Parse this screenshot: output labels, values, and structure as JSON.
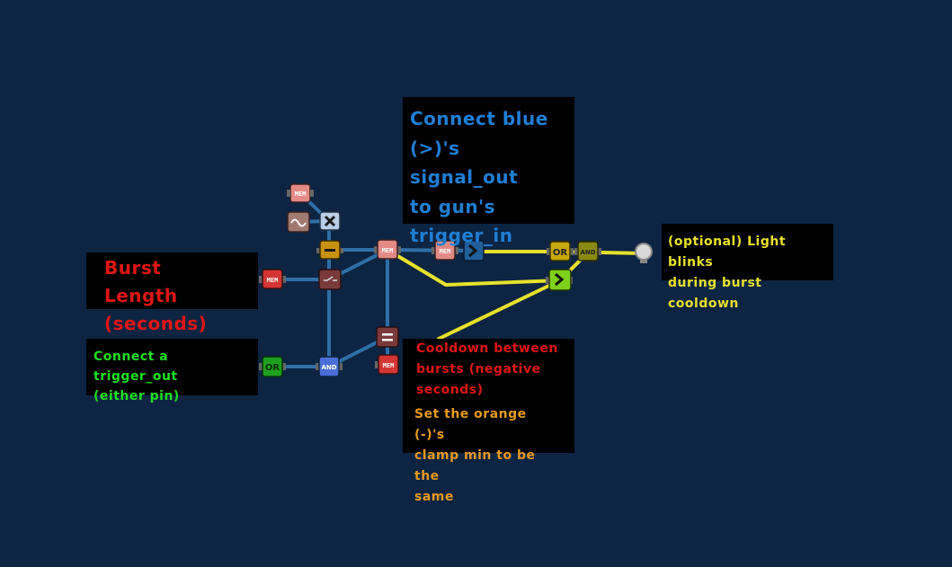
{
  "labels": {
    "blue_note": "Connect blue\n(>)'s signal_out\nto gun's\ntrigger_in",
    "burst_length": "Burst Length\n(seconds)",
    "trigger_note": "Connect a trigger_out\n(either pin)",
    "cooldown": "Cooldown between\nbursts (negative\nseconds)",
    "orange_clamp_note": "Set the orange (-)'s\nclamp min to be the\nsame",
    "light_note": "(optional) Light blinks\nduring burst cooldown"
  },
  "nodes": {
    "mem": "MEM",
    "or": "OR",
    "and": "AND"
  },
  "colors": {
    "background": "#0d2442",
    "wire_blue": "#2f6fa8",
    "wire_yellow": "#e7e12a",
    "label_blue": "#1f7fd6",
    "label_red": "#e01515",
    "label_green": "#1ee01e",
    "label_orange": "#e69a1c",
    "label_yellow": "#e7e12a"
  },
  "icons": {
    "multiply": "multiply-icon",
    "subtract": "minus-icon",
    "equals": "equals-icon",
    "greater_than": "greater-than-icon",
    "sine": "sine-wave-icon",
    "switch": "switch-icon",
    "light": "light-bulb-icon"
  }
}
